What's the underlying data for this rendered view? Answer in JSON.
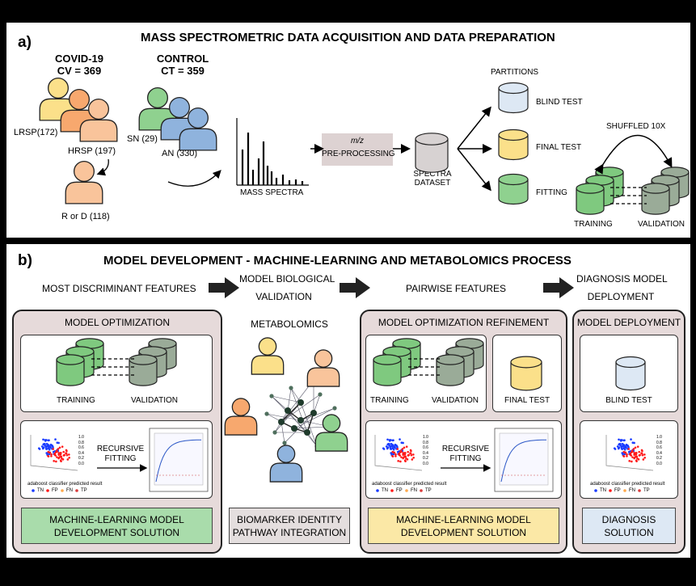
{
  "panel_a": {
    "letter": "a)",
    "title": "MASS SPECTROMETRIC DATA ACQUISITION AND DATA PREPARATION",
    "covid_label": "COVID-19",
    "covid_count": "CV = 369",
    "control_label": "CONTROL",
    "control_count": "CT = 359",
    "lrsp": "LRSP(172)",
    "hrsp": "HRSP (197)",
    "rord": "R or D (118)",
    "sn": "SN (29)",
    "an": "AN (330)",
    "mass_spectra": "MASS SPECTRA",
    "mz": "m/z",
    "preprocessing": "PRE-PROCESSING",
    "spectra_dataset_1": "SPECTRA",
    "spectra_dataset_2": "DATASET",
    "partitions": "PARTITIONS",
    "blind_test": "BLIND TEST",
    "final_test": "FINAL TEST",
    "fitting": "FITTING",
    "shuffled": "SHUFFLED 10X",
    "training": "TRAINING",
    "validation": "VALIDATION"
  },
  "panel_b": {
    "letter": "b)",
    "title": "MODEL DEVELOPMENT - MACHINE-LEARNING AND METABOLOMICS PROCESS",
    "step1": "MOST DISCRIMINANT FEATURES",
    "step2_1": "MODEL BIOLOGICAL",
    "step2_2": "VALIDATION",
    "step3": "PAIRWISE FEATURES",
    "step4_1": "DIAGNOSIS MODEL",
    "step4_2": "DEPLOYMENT",
    "card1_title": "MODEL OPTIMIZATION",
    "training": "TRAINING",
    "validation": "VALIDATION",
    "recursive_1": "RECURSIVE",
    "recursive_2": "FITTING",
    "ml_solution_1": "MACHINE-LEARNING MODEL",
    "ml_solution_2": "DEVELOPMENT SOLUTION",
    "metabolomics": "METABOLOMICS",
    "biomarker_1": "BIOMARKER IDENTITY",
    "biomarker_2": "PATHWAY INTEGRATION",
    "card3_title": "MODEL OPTIMIZATION REFINEMENT",
    "final_test": "FINAL TEST",
    "card4_title": "MODEL  DEPLOYMENT",
    "blind_test": "BLIND TEST",
    "diagnosis_1": "DIAGNOSIS",
    "diagnosis_2": "SOLUTION",
    "plot_caption": "adaboost classifier predicted result",
    "legend": [
      "TN",
      "FP",
      "FN",
      "TP"
    ],
    "zticks": [
      "1.0",
      "0.8",
      "0.6",
      "0.4",
      "0.2",
      "0.0"
    ]
  },
  "colors": {
    "yellow": "#fbe08a",
    "orange": "#f7a86e",
    "peach": "#f9c49b",
    "green": "#8fd18f",
    "blue": "#8fb3dd",
    "grey_green": "#9aab98",
    "light_blue": "#dde8f4",
    "card_bg": "#e6dada",
    "green_solution": "#a9dcab",
    "yellow_solution": "#fbe8a6",
    "blue_solution": "#dde8f4",
    "grey_solution": "#e4dede"
  }
}
